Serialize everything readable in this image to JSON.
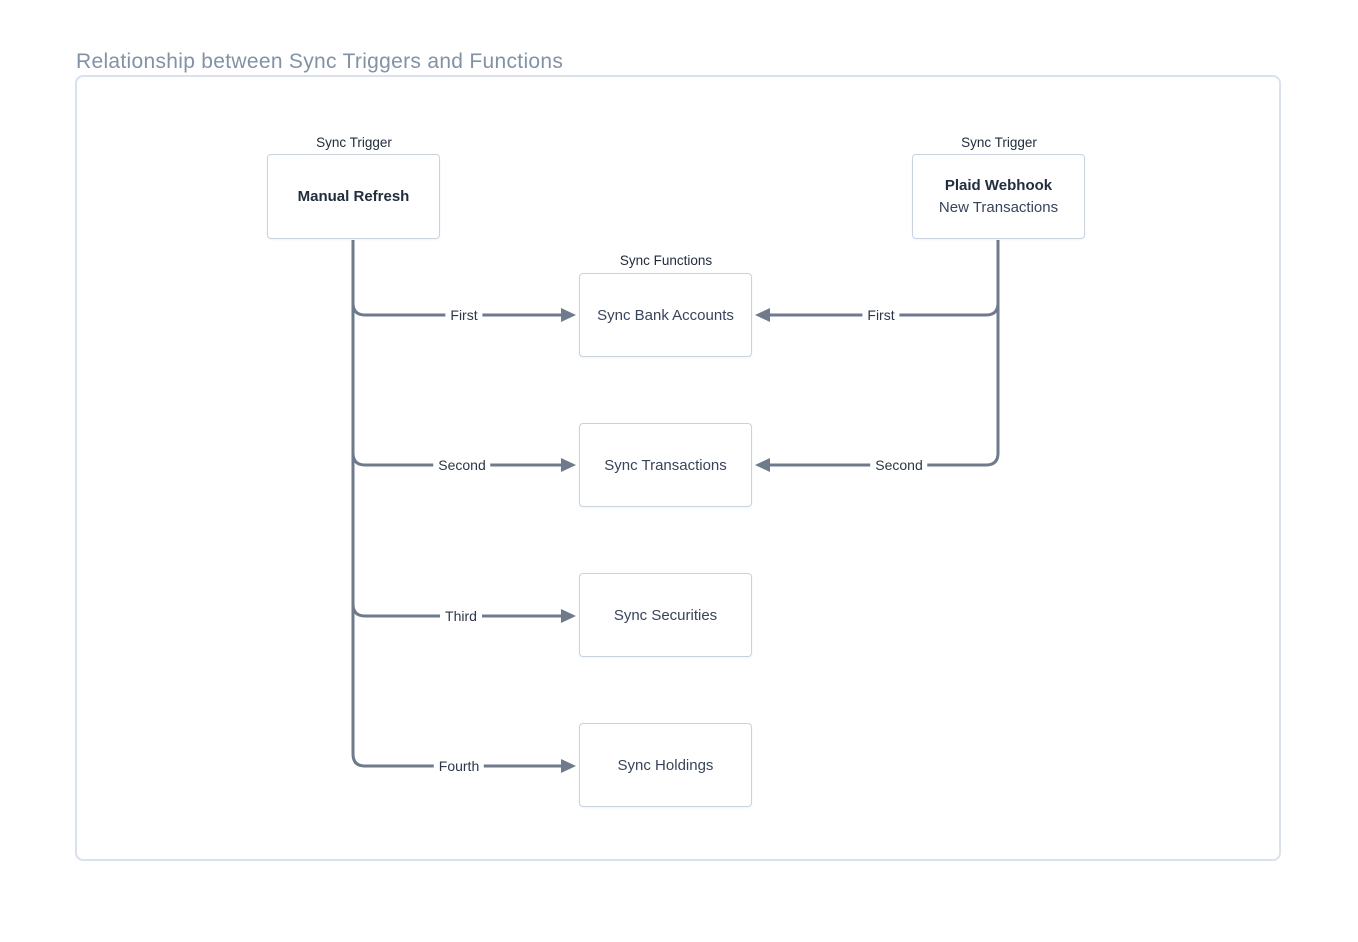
{
  "title": "Relationship between Sync Triggers and Functions",
  "diagram": {
    "triggers": [
      {
        "group_label": "Sync Trigger",
        "name": "Manual Refresh",
        "subtitle": ""
      },
      {
        "group_label": "Sync Trigger",
        "name": "Plaid Webhook",
        "subtitle": "New Transactions"
      }
    ],
    "functions_group_label": "Sync Functions",
    "functions": [
      {
        "name": "Sync Bank Accounts"
      },
      {
        "name": "Sync Transactions"
      },
      {
        "name": "Sync Securities"
      },
      {
        "name": "Sync Holdings"
      }
    ],
    "edges": {
      "manual_refresh": [
        "First",
        "Second",
        "Third",
        "Fourth"
      ],
      "plaid_webhook": [
        "First",
        "Second"
      ]
    },
    "colors": {
      "line": "#6f7b8c",
      "node_border": "#c9d3de",
      "container_border": "#dbe1ea",
      "title_text": "#8292a5",
      "node_text": "#222d3d"
    }
  }
}
